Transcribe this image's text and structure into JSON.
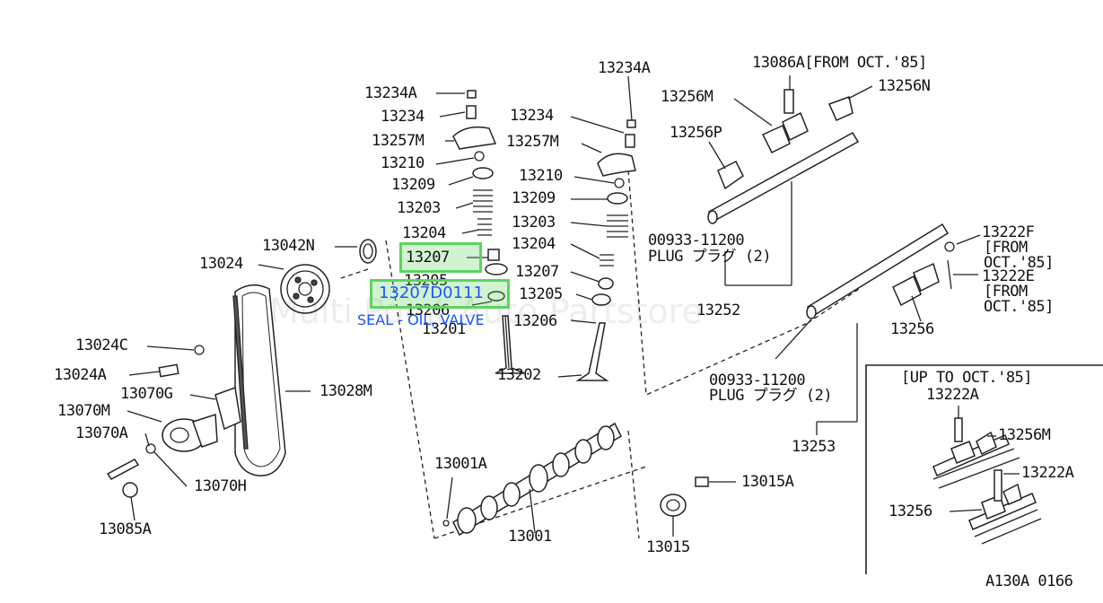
{
  "watermark": "Multi Point Auto Partstore",
  "highlight": {
    "part_number": "13207D0111",
    "caption": "SEAL - OIL, VALVE",
    "ref_label": "13207"
  },
  "labels": {
    "l_13234A_top": "13234A",
    "l_13234A_left": "13234A",
    "l_13234_left": "13234",
    "l_13257M_left": "13257M",
    "l_13210_left": "13210",
    "l_13209_left": "13209",
    "l_13203_left": "13203",
    "l_13204_left": "13204",
    "l_13205_left": "13205",
    "l_13206_left": "13206",
    "l_13201": "13201",
    "l_13234_mid": "13234",
    "l_13257M_mid": "13257M",
    "l_13210_mid": "13210",
    "l_13209_mid": "13209",
    "l_13203_mid": "13203",
    "l_13204_mid": "13204",
    "l_13207_mid": "13207",
    "l_13205_mid": "13205",
    "l_13206_mid": "13206",
    "l_13202": "13202",
    "l_13042N": "13042N",
    "l_13024": "13024",
    "l_13024C": "13024C",
    "l_13024A": "13024A",
    "l_13070G": "13070G",
    "l_13070M": "13070M",
    "l_13070A": "13070A",
    "l_13070H": "13070H",
    "l_13085A": "13085A",
    "l_13028M": "13028M",
    "l_13001A": "13001A",
    "l_13001": "13001",
    "l_13015A": "13015A",
    "l_13015": "13015",
    "l_13086A": "13086A[FROM OCT.'85]",
    "l_13256M_top": "13256M",
    "l_13256N": "13256N",
    "l_13256P": "13256P",
    "l_00933_a": "00933-11200",
    "l_plug_a": "PLUG プラグ (2)",
    "l_13252": "13252",
    "l_13222F": "13222F",
    "l_from_f1": "[FROM",
    "l_from_f2": "OCT.'85]",
    "l_13222E": "13222E",
    "l_from_e1": "[FROM",
    "l_from_e2": "OCT.'85]",
    "l_13256_right": "13256",
    "l_00933_b": "00933-11200",
    "l_plug_b": "PLUG プラグ (2)",
    "l_13253": "13253",
    "l_upto": "[UP TO OCT.'85]",
    "l_13222A_a": "13222A",
    "l_13256M_inset": "13256M",
    "l_13222A_b": "13222A",
    "l_13256_inset": "13256",
    "l_ref": "A130A 0166"
  }
}
